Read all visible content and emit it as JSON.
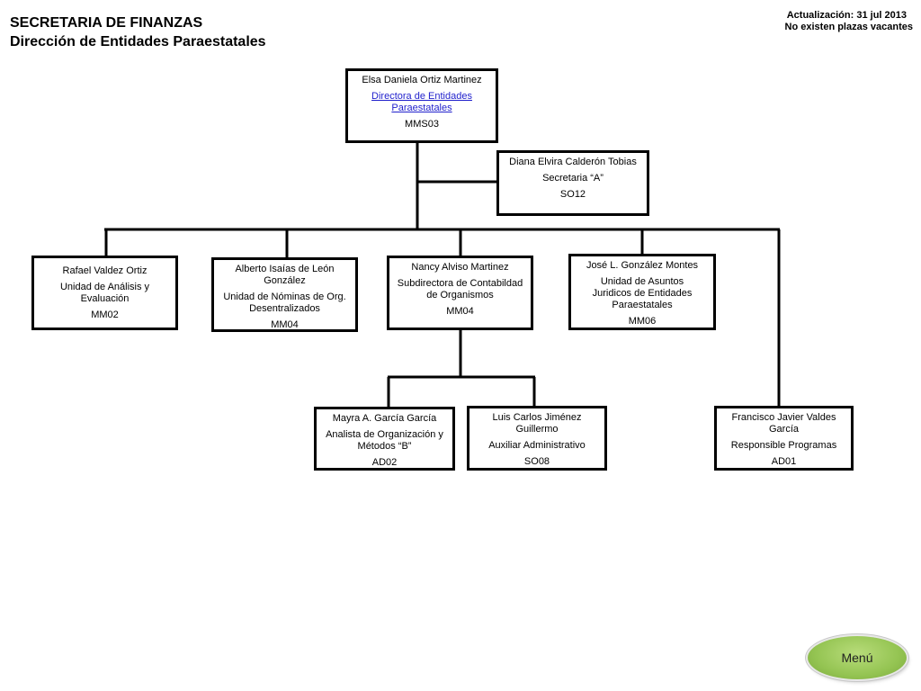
{
  "header": {
    "title": "SECRETARIA DE FINANZAS",
    "subtitle": "Dirección de Entidades Paraestatales",
    "update_line": "Actualización: 31 jul 2013",
    "vacancies_line": "No existen plazas  vacantes"
  },
  "nodes": {
    "director": {
      "name": "Elsa Daniela Ortiz Martinez",
      "position": "Directora  de Entidades Paraestatales",
      "code": "MMS03"
    },
    "secretary": {
      "name": "Diana Elvira Calderón Tobias",
      "position": "Secretaria “A”",
      "code": "SO12"
    },
    "rafael": {
      "name": "Rafael Valdez Ortiz",
      "position": "Unidad de Análisis y Evaluación",
      "code": "MM02"
    },
    "alberto": {
      "name": "Alberto Isaías de León González",
      "position": "Unidad de Nóminas de Org. Desentralizados",
      "code": "MM04"
    },
    "nancy": {
      "name": "Nancy Alviso Martinez",
      "position": "Subdirectora de Contabildad de Organismos",
      "code": "MM04"
    },
    "jose": {
      "name": "José L. González Montes",
      "position": "Unidad de Asuntos Juridicos de Entidades Paraestatales",
      "code": "MM06"
    },
    "mayra": {
      "name": "Mayra A. García García",
      "position": "Analista de Organización y Métodos “B”",
      "code": "AD02"
    },
    "luis": {
      "name": "Luis Carlos  Jiménez Guillermo",
      "position": "Auxiliar Administrativo",
      "code": "SO08"
    },
    "francisco": {
      "name": "Francisco Javier Valdes García",
      "position": "Responsible Programas",
      "code": "AD01"
    }
  },
  "menu": {
    "label": "Menú"
  },
  "colors": {
    "link": "#1f1fcc",
    "menu_button": "#94c452"
  }
}
